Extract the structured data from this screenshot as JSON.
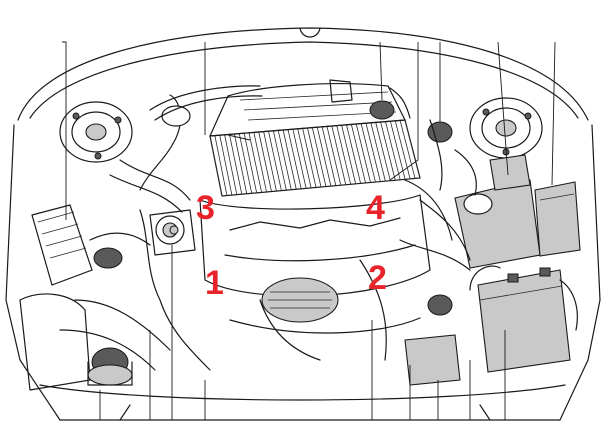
{
  "diagram": {
    "labels": [
      {
        "id": "1",
        "text": "1",
        "color": "#e8232a"
      },
      {
        "id": "2",
        "text": "2",
        "color": "#e8232a"
      },
      {
        "id": "3",
        "text": "3",
        "color": "#e8232a"
      },
      {
        "id": "4",
        "text": "4",
        "color": "#e8232a"
      }
    ]
  }
}
